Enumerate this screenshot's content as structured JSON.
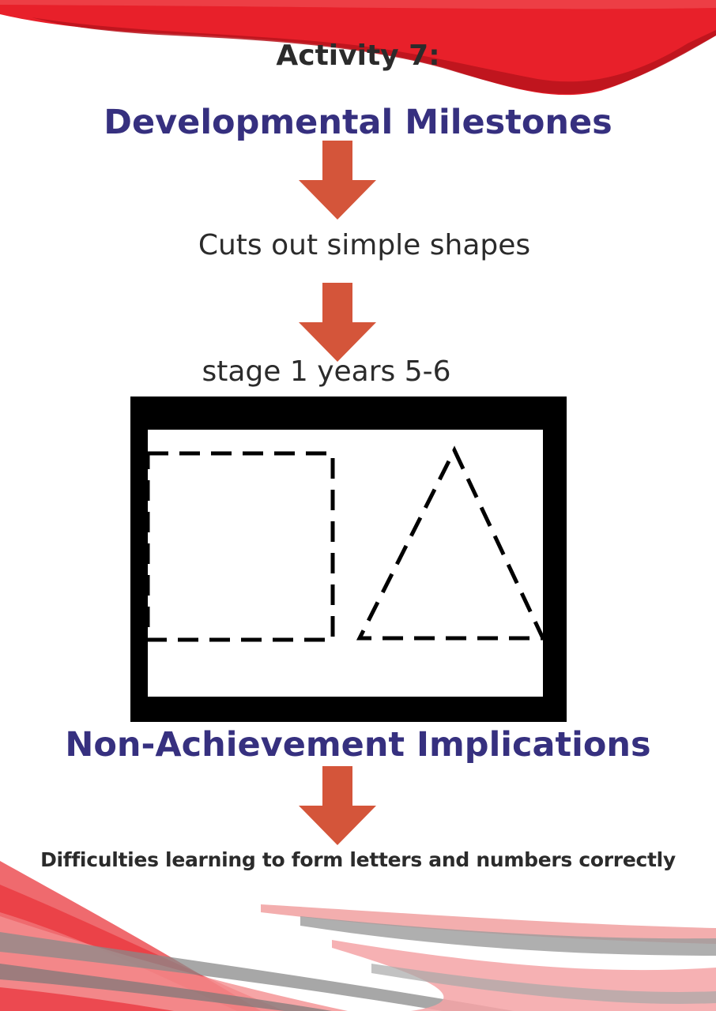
{
  "activity_title": "Activity 7:",
  "milestones_heading": "Developmental Milestones",
  "milestone": "Cuts out simple shapes",
  "stage": "stage 1 years 5-6",
  "implications_heading": "Non-Achievement Implications",
  "implication": "Difficulties learning to form letters and numbers correctly",
  "icons": {
    "arrow": "arrow-down-icon",
    "square": "dashed-square-icon",
    "triangle": "dashed-triangle-icon"
  },
  "colors": {
    "heading": "#36307f",
    "arrow": "#d4553a",
    "accent_red": "#e8202a",
    "text": "#2b2b2b"
  }
}
